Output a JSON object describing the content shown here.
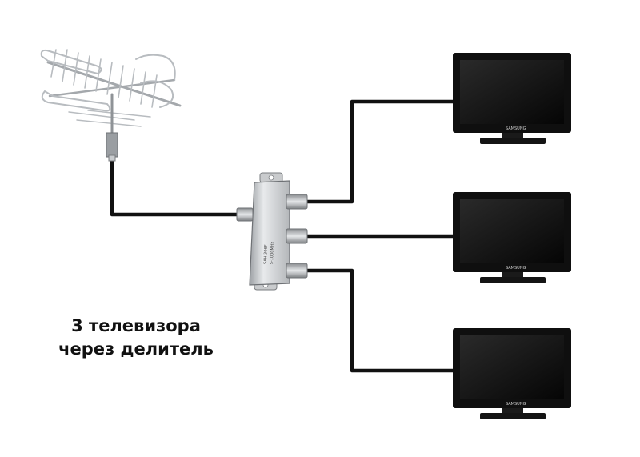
{
  "caption": {
    "line1": "3 телевизора",
    "line2": "через делитель"
  },
  "splitter": {
    "label_model": "SAH 306F",
    "label_range": "5-1000MHz"
  },
  "tv_brand": "SAMSUNG",
  "colors": {
    "background": "#ffffff",
    "cable": "#111111",
    "tv_body": "#0f0f0f",
    "splitter_body": "#d4d6d8",
    "antenna_metal": "#b8bcc0",
    "text": "#111111"
  },
  "icons": [
    "antenna-icon",
    "splitter-icon",
    "tv-icon",
    "tv-icon",
    "tv-icon"
  ]
}
